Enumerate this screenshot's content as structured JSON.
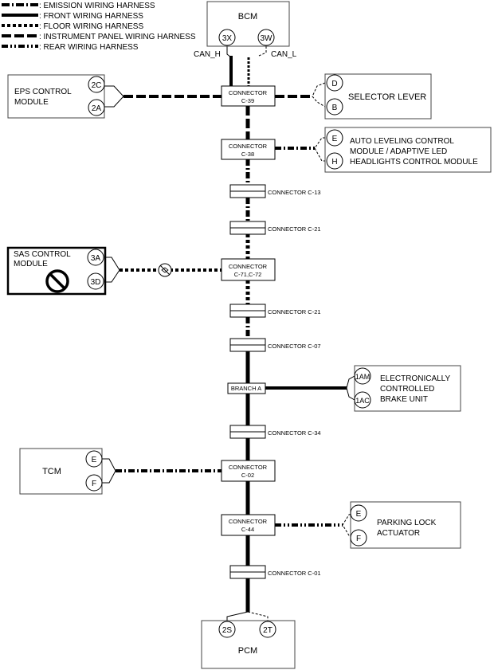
{
  "legend": [
    {
      "label": ": EMISSION WIRING HARNESS",
      "style": "emission"
    },
    {
      "label": ": FRONT WIRING HARNESS",
      "style": "front"
    },
    {
      "label": ": FLOOR WIRING HARNESS",
      "style": "floor"
    },
    {
      "label": ": INSTRUMENT PANEL WIRING HARNESS",
      "style": "instrument"
    },
    {
      "label": ": REAR WIRING HARNESS",
      "style": "rear"
    }
  ],
  "modules": {
    "bcm": {
      "name": "BCM",
      "pin_left": "3X",
      "pin_right": "3W",
      "can_h": "CAN_H",
      "can_l": "CAN_L"
    },
    "eps": {
      "line1": "EPS CONTROL",
      "line2": "MODULE",
      "pin_top": "2C",
      "pin_bottom": "2A"
    },
    "selector": {
      "name": "SELECTOR LEVER",
      "pin_top": "D",
      "pin_bottom": "B"
    },
    "auto_leveling": {
      "line1": "AUTO LEVELING CONTROL",
      "line2": "MODULE / ADAPTIVE LED",
      "line3": "HEADLIGHTS CONTROL MODULE",
      "pin_top": "E",
      "pin_bottom": "H"
    },
    "sas": {
      "line1": "SAS CONTROL",
      "line2": "MODULE",
      "pin_top": "3A",
      "pin_bottom": "3D"
    },
    "brake": {
      "line1": "ELECTRONICALLY",
      "line2": "CONTROLLED",
      "line3": "BRAKE UNIT",
      "pin_top": "1AM",
      "pin_bottom": "1AC"
    },
    "tcm": {
      "name": "TCM",
      "pin_top": "E",
      "pin_bottom": "F"
    },
    "parking": {
      "line1": "PARKING LOCK",
      "line2": "ACTUATOR",
      "pin_top": "E",
      "pin_bottom": "F"
    },
    "pcm": {
      "name": "PCM",
      "pin_left": "2S",
      "pin_right": "2T"
    }
  },
  "connector_boxes": {
    "c39": {
      "line1": "CONNECTOR",
      "line2": "C-39"
    },
    "c38": {
      "line1": "CONNECTOR",
      "line2": "C-38"
    },
    "c71": {
      "line1": "CONNECTOR",
      "line2": "C-71,C-72"
    },
    "c02": {
      "line1": "CONNECTOR",
      "line2": "C-02"
    },
    "c44": {
      "line1": "CONNECTOR",
      "line2": "C-44"
    },
    "branch": {
      "label": "BRANCH A"
    }
  },
  "inline_connectors": {
    "c13": "CONNECTOR C-13",
    "c21a": "CONNECTOR C-21",
    "c21b": "CONNECTOR C-21",
    "c07": "CONNECTOR C-07",
    "c34": "CONNECTOR C-34",
    "c01": "CONNECTOR C-01"
  },
  "icons": [
    "prohibited-icon",
    "not-connected-icon"
  ]
}
